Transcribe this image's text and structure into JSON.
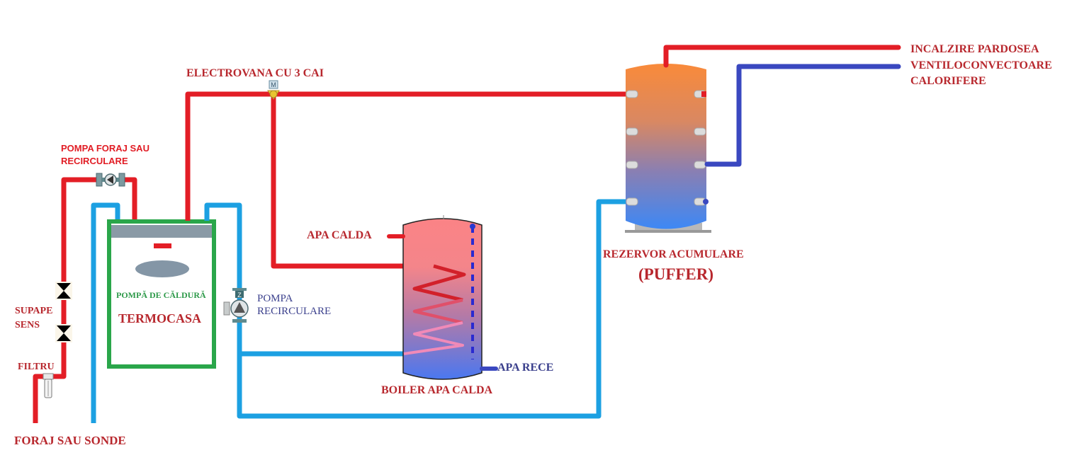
{
  "title": "Schema instalatie pompa de caldura Termocasa",
  "colors": {
    "hot_pipe": "#e31e26",
    "cold_pipe": "#1ca0e2",
    "return_pipe": "#3a48c0",
    "heat_pump_frame": "#2aa64a",
    "label_red": "#b8282e",
    "label_navy": "#3a3f8c",
    "label_green": "#2e9a4a"
  },
  "labels": {
    "electrovalve": "ELECTROVANA CU 3 CAI",
    "well_pump_line1": "POMPA FORAJ SAU",
    "well_pump_line2": "RECIRCULARE",
    "check_valves_line1": "SUPAPE",
    "check_valves_line2": "SENS",
    "filter": "FILTRU",
    "source": "FORAJ SAU SONDE",
    "heat_pump_type": "POMPĂ DE CĂLDURĂ",
    "heat_pump_brand": "TERMOCASA",
    "recirc_pump_line1": "POMPA",
    "recirc_pump_line2": "RECIRCULARE",
    "hot_water": "APA CALDA",
    "cold_water": "APA RECE",
    "boiler": "BOILER APA CALDA",
    "buffer_line1": "REZERVOR ACUMULARE",
    "buffer_line2": "(PUFFER)",
    "output_line1": "INCALZIRE PARDOSEA",
    "output_line2": "VENTILOCONVECTOARE",
    "output_line3": "CALORIFERE",
    "valve_motor_letter": "M"
  }
}
